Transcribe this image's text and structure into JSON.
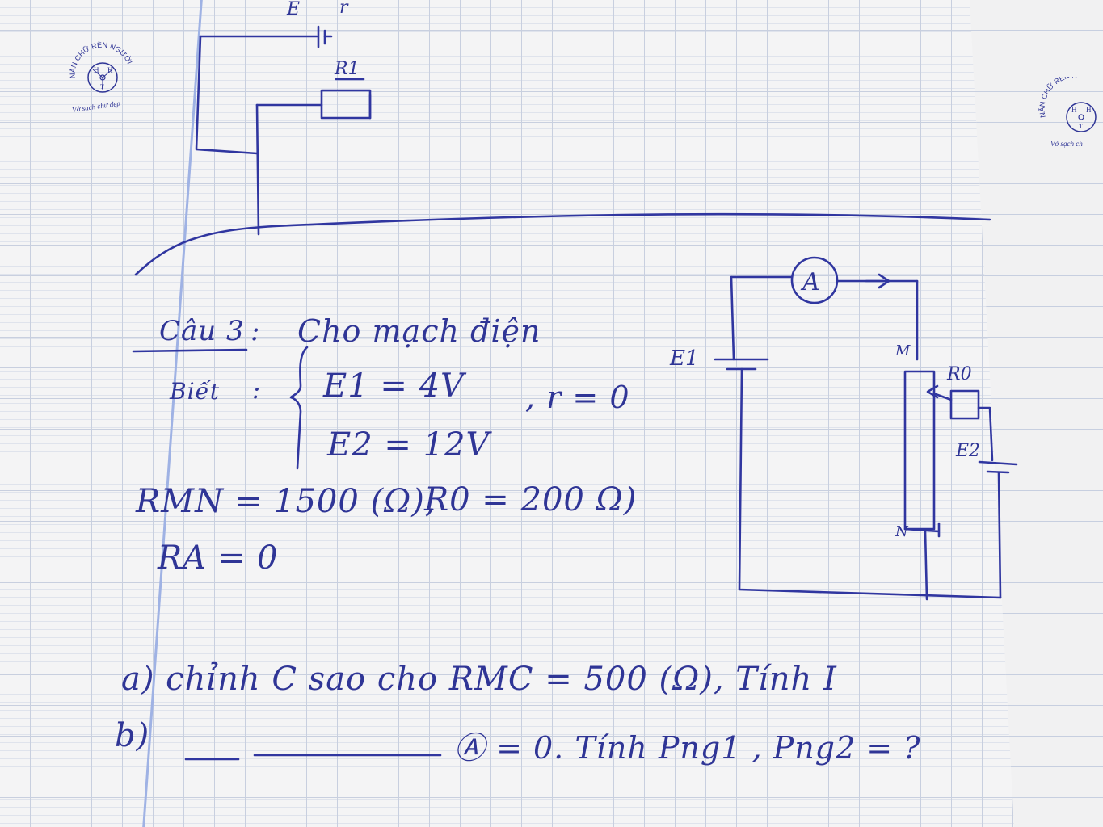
{
  "logo": {
    "arc_text": "NẮN CHỮ RÈN NGƯỜI",
    "letters": [
      "H",
      "H",
      "T"
    ],
    "motto": "Vở sạch chữ đẹp",
    "arc_text_right": "NẮN CHỮ RÈN N",
    "motto_right": "Vở sạch ch"
  },
  "top_circuit": {
    "labels": {
      "E": "E",
      "r": "r",
      "R1": "R1"
    }
  },
  "problem": {
    "title": "Câu 3",
    "title_colon": ":",
    "intro": "Cho mạch điện",
    "given_label": "Biết",
    "given_colon": ":",
    "e1": "E1 = 4V",
    "r": ", r = 0",
    "e2": "E2 = 12V",
    "rmn": "RMN = 1500 (Ω),",
    "r0": "R0 = 200 Ω)",
    "ra": "RA = 0",
    "question_a": "a) chỉnh C sao cho RMC = 500 (Ω), Tính I",
    "question_b_prefix": "b)",
    "question_b": "Ⓐ = 0. Tính Png1 , Png2 = ?"
  },
  "circuit": {
    "labels": {
      "ammeter": "A",
      "E1": "E1",
      "M": "M",
      "N": "N",
      "R0": "R0",
      "E2": "E2"
    }
  },
  "colors": {
    "ink": "#2f3596",
    "paper": "#f4f4f5",
    "grid": "#c8cfdf",
    "margin": "#9fb2e4"
  }
}
